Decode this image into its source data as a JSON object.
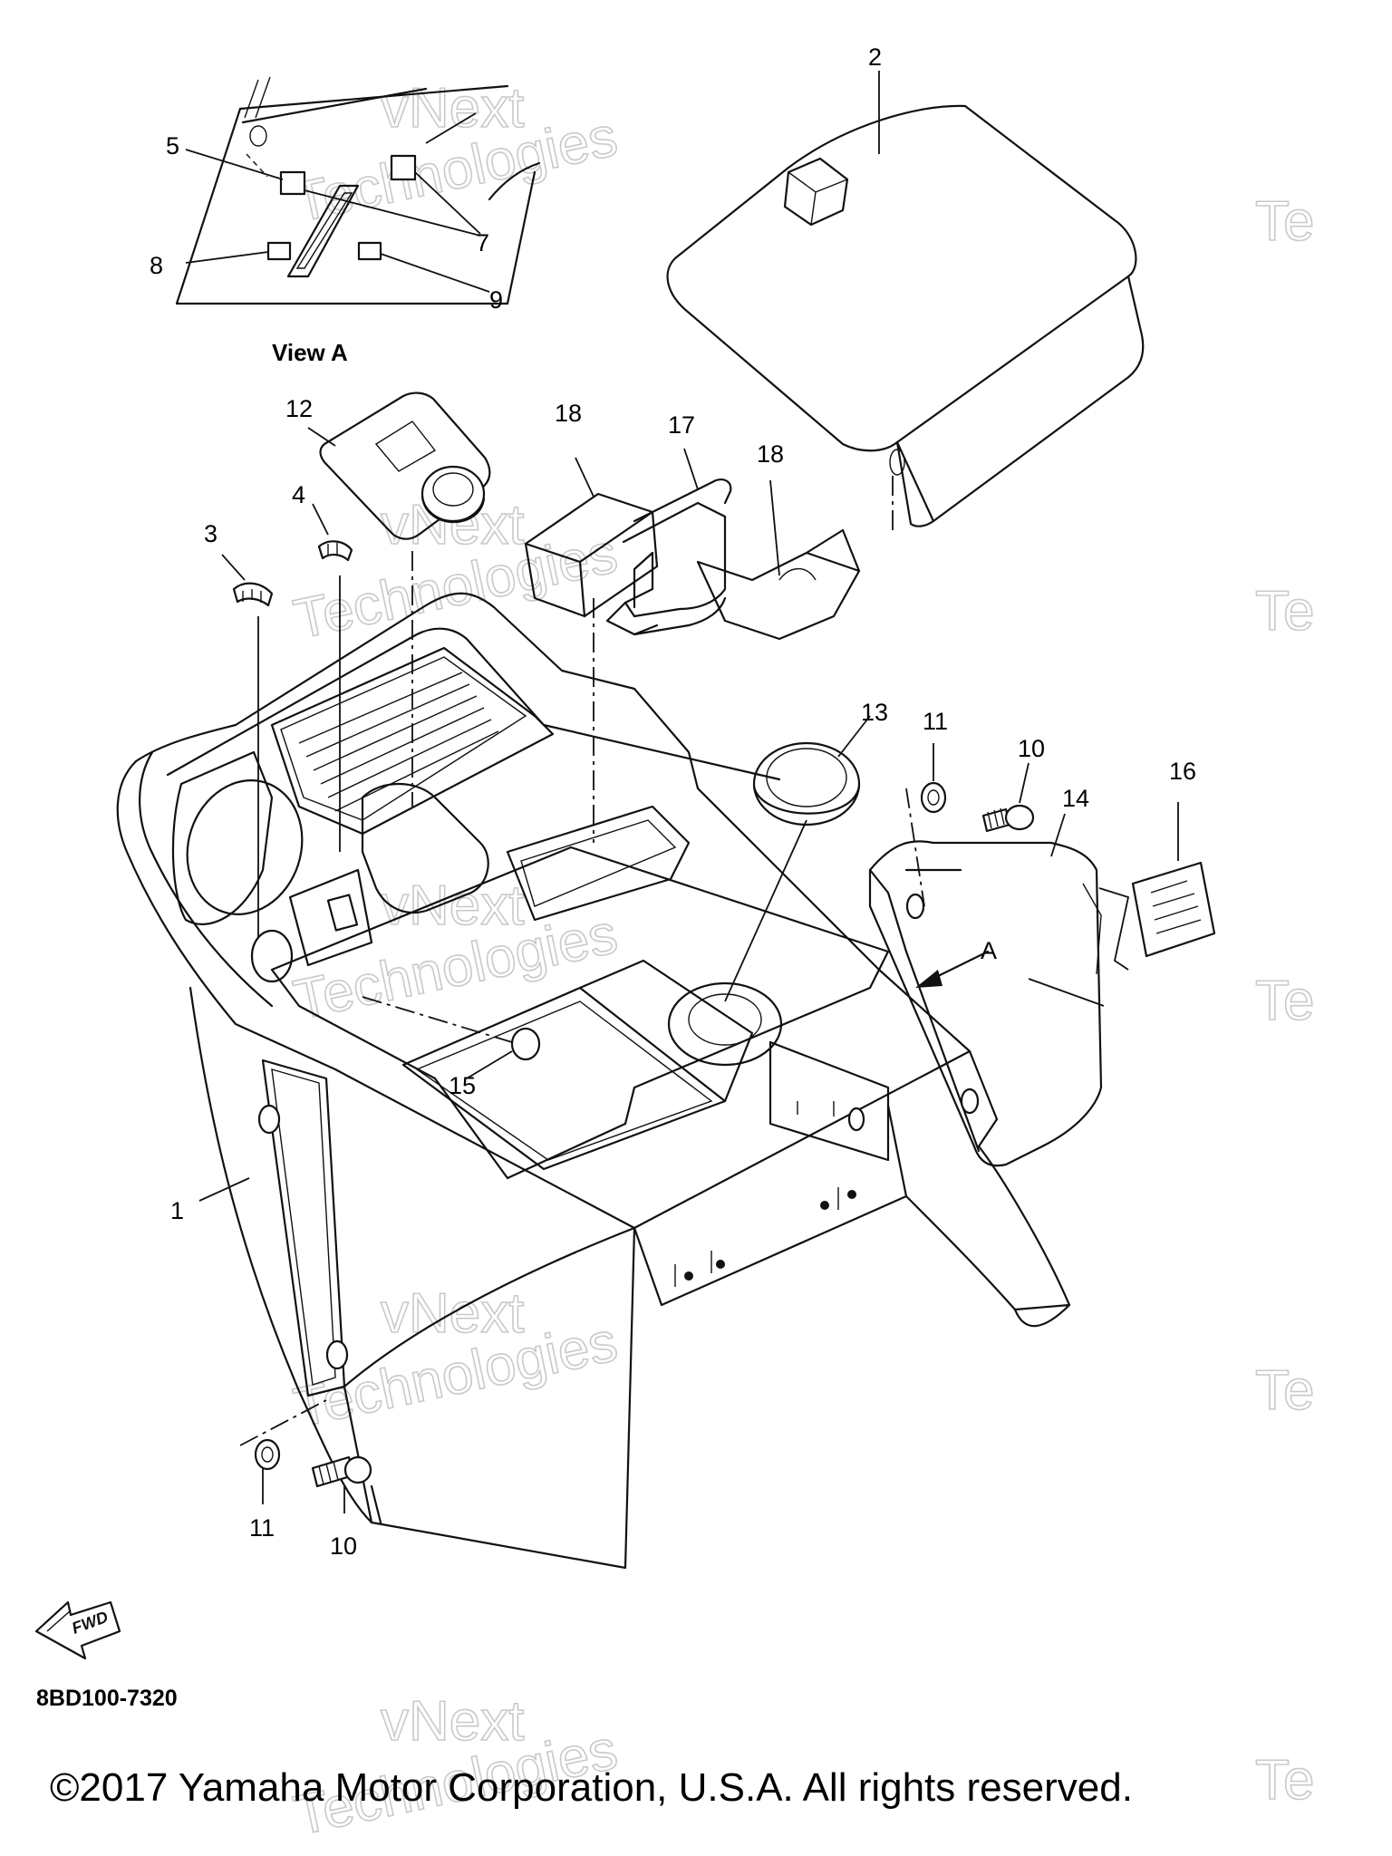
{
  "diagram": {
    "callouts": {
      "c1": "1",
      "c2": "2",
      "c3": "3",
      "c4": "4",
      "c5": "5",
      "c7": "7",
      "c8": "8",
      "c9": "9",
      "c10a": "10",
      "c10b": "10",
      "c11a": "11",
      "c11b": "11",
      "c12": "12",
      "c13": "13",
      "c14": "14",
      "c15": "15",
      "c16": "16",
      "c17": "17",
      "c18a": "18",
      "c18b": "18"
    },
    "view_label": "View A",
    "arrow_label": "A",
    "fwd_label": "FWD",
    "diagram_code": "8BD100-7320",
    "copyright": "©2017 Yamaha Motor Corporation, U.S.A. All rights reserved.",
    "watermark": {
      "line1": "vNext",
      "line2": "Technologies",
      "edge": "Te"
    }
  }
}
